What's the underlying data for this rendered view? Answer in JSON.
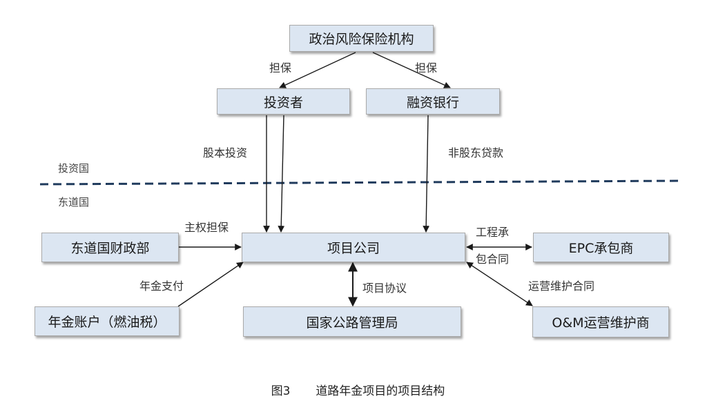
{
  "nodes": {
    "insurer": "政治风险保险机构",
    "investor": "投资者",
    "bank": "融资银行",
    "finance_ministry": "东道国财政部",
    "project_company": "项目公司",
    "epc": "EPC承包商",
    "pension_account": "年金账户（燃油税）",
    "highway_authority": "国家公路管理局",
    "om_operator": "O&M运营维护商"
  },
  "edge_labels": {
    "guarantee_left": "担保",
    "guarantee_right": "担保",
    "equity": "股本投资",
    "loan": "非股东贷款",
    "sovereign_guarantee": "主权担保",
    "epc_contract_line1": "工程承",
    "epc_contract_line2": "包合同",
    "pension_payment": "年金支付",
    "project_agreement": "项目协议",
    "om_contract": "运营维护合同"
  },
  "regions": {
    "investor_country": "投资国",
    "host_country": "东道国"
  },
  "caption": {
    "number": "图3",
    "title": "道路年金项目的项目结构"
  },
  "colors": {
    "box_fill": "#dce6f2",
    "box_border": "#a9a9a9",
    "border_line": "#1f3a5c",
    "arrow": "#1a1a1a"
  }
}
